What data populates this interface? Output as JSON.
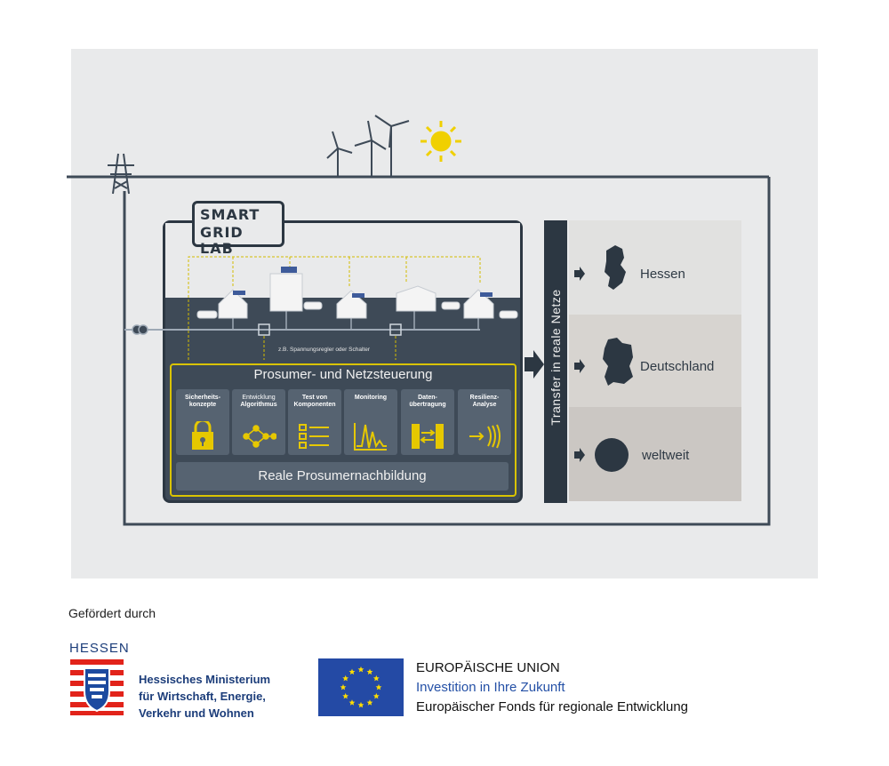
{
  "logo": {
    "line1": "SMART",
    "line2": "GRID LAB"
  },
  "diagram": {
    "voltage_note": "z.B. Spannungsregler oder Schalter",
    "control_title": "Prosumer- und Netzsteuerung",
    "tiles": [
      {
        "line1": "Sicherheits-",
        "line2": "konzepte",
        "icon": "padlock-icon"
      },
      {
        "line1": "Entwicklung",
        "line2": "Algorithmus",
        "icon": "network-icon"
      },
      {
        "line1": "Test von",
        "line2": "Komponenten",
        "icon": "checklist-icon"
      },
      {
        "line1": "Monitoring",
        "line2": "",
        "icon": "waveform-icon"
      },
      {
        "line1": "Daten-",
        "line2": "übertragung",
        "icon": "data-transfer-icon"
      },
      {
        "line1": "Resilienz-",
        "line2": "Analyse",
        "icon": "resilience-icon"
      }
    ],
    "real_bar": "Reale Prosumernachbildung",
    "transfer": "Transfer in reale Netze",
    "regions": [
      {
        "label": "Hessen",
        "icon": "hessen-map-icon"
      },
      {
        "label": "Deutschland",
        "icon": "germany-map-icon"
      },
      {
        "label": "weltweit",
        "icon": "globe-icon"
      }
    ]
  },
  "funding": {
    "label": "Gefördert durch",
    "hessen_word": "HESSEN",
    "ministry": [
      "Hessisches Ministerium",
      "für Wirtschaft, Energie,",
      "Verkehr und Wohnen"
    ],
    "eu_line1": "EUROPÄISCHE UNION",
    "eu_line2": "Investition in Ihre Zukunft",
    "eu_line3": "Europäischer Fonds für regionale Entwicklung"
  },
  "colors": {
    "dark": "#2c3742",
    "mid": "#3e4a57",
    "accent": "#e6c800",
    "eu_blue": "#244aa5"
  }
}
